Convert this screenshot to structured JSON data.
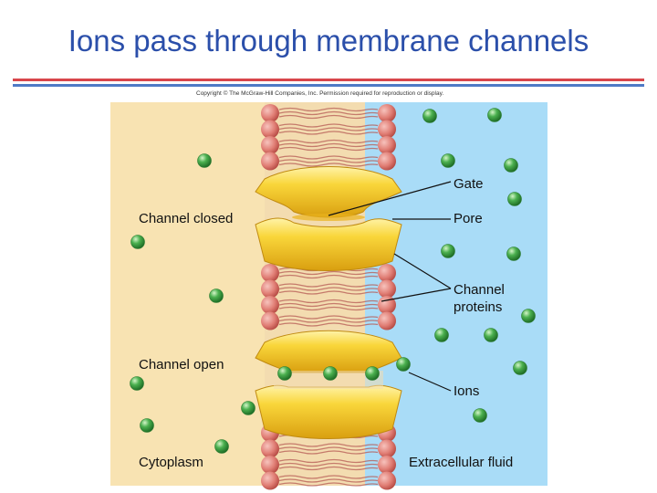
{
  "title": "Ions pass through membrane channels",
  "copyright": "Copyright © The McGraw-Hill Companies, Inc. Permission required for reproduction or display.",
  "labels": {
    "gate": "Gate",
    "pore": "Pore",
    "channel_closed": "Channel closed",
    "channel_proteins_line1": "Channel",
    "channel_proteins_line2": "proteins",
    "channel_open": "Channel open",
    "ions": "Ions",
    "cytoplasm": "Cytoplasm",
    "extracellular_fluid": "Extracellular fluid"
  },
  "colors": {
    "title": "#2b4faa",
    "cytoplasm": "#f8e3b2",
    "extracellular": "#a9dcf7",
    "lipid_head": "#e07d74",
    "protein": "#f5c820",
    "ion": "#4bb04f"
  }
}
